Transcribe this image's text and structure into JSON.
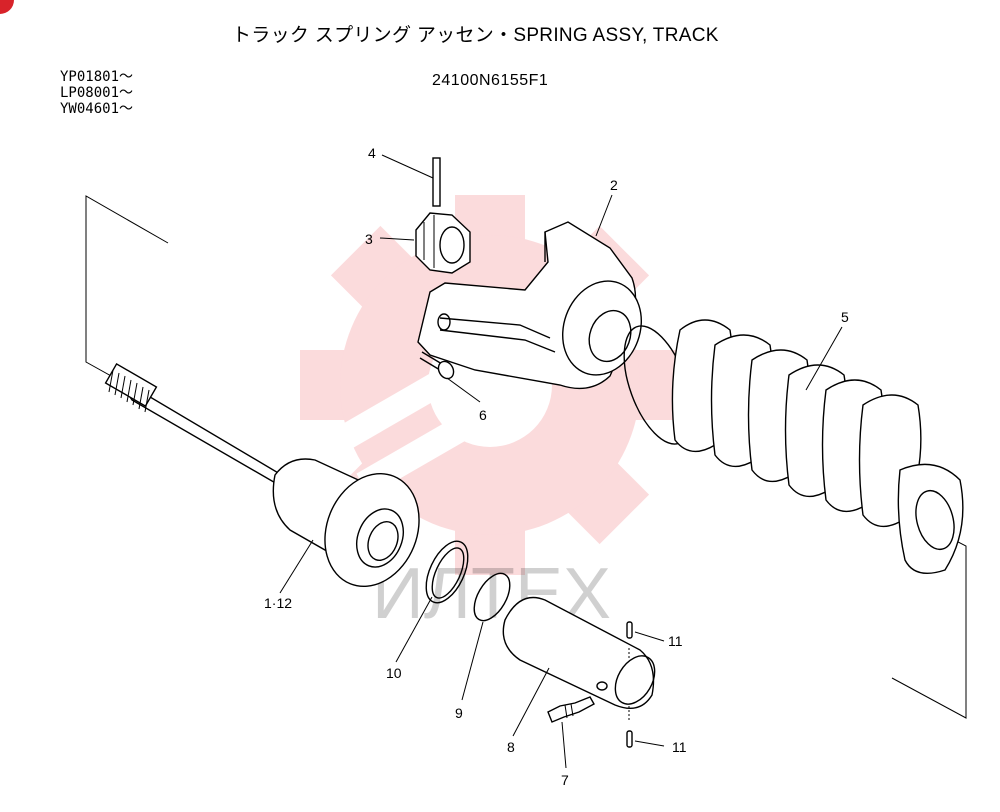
{
  "header": {
    "title": "トラック スプリング アッセン・SPRING ASSY, TRACK",
    "part_number": "24100N6155F1",
    "serials": [
      "YP01801～",
      "LP08001～",
      "YW04601～"
    ]
  },
  "watermark": {
    "text": "ИЛТЕХ",
    "color": "#e8242c"
  },
  "callouts": {
    "c2": "2",
    "c3": "3",
    "c4": "4",
    "c5": "5",
    "c6": "6",
    "c7": "7",
    "c8": "8",
    "c9": "9",
    "c10": "10",
    "c11a": "11",
    "c11b": "11",
    "c112": "1·12"
  }
}
